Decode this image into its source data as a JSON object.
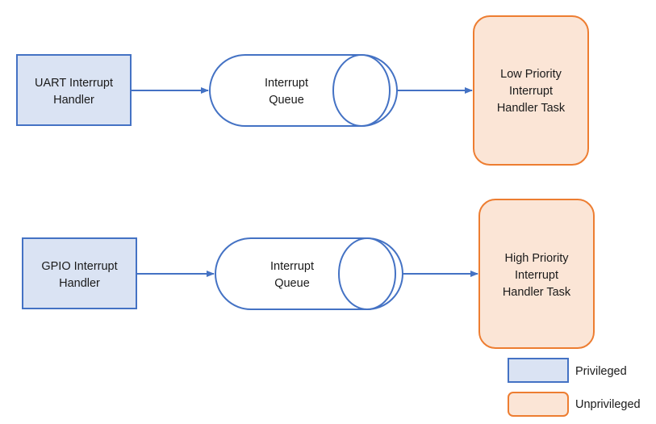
{
  "colors": {
    "privileged_fill": "#dae3f3",
    "privileged_stroke": "#4472c4",
    "unprivileged_fill": "#fbe5d6",
    "unprivileged_stroke": "#ed7d31",
    "queue_stroke": "#4472c4",
    "arrow": "#4472c4"
  },
  "row1": {
    "handler_line1": "UART Interrupt",
    "handler_line2": "Handler",
    "queue_line1": "Interrupt",
    "queue_line2": "Queue",
    "task_line1": "Low Priority",
    "task_line2": "Interrupt",
    "task_line3": "Handler Task"
  },
  "row2": {
    "handler_line1": "GPIO Interrupt",
    "handler_line2": "Handler",
    "queue_line1": "Interrupt",
    "queue_line2": "Queue",
    "task_line1": "High Priority",
    "task_line2": "Interrupt",
    "task_line3": "Handler Task"
  },
  "legend": {
    "privileged_label": "Privileged",
    "unprivileged_label": "Unprivileged"
  }
}
